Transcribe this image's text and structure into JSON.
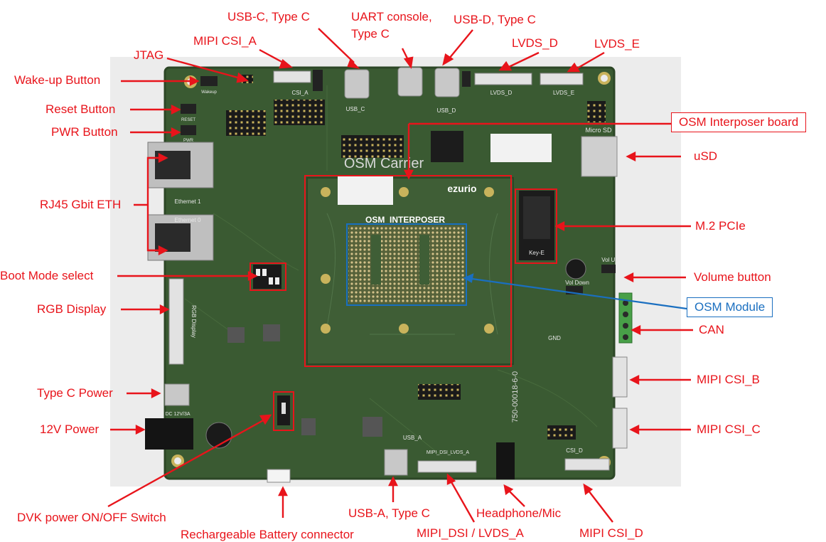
{
  "board": {
    "silkscreen_title": "OSM Carrier",
    "interposer_silk": "OSM_INTERPOSER",
    "brand": "ezurio",
    "silk": {
      "ethernet1": "Ethernet 1",
      "ethernet0": "Ethernet 0",
      "lvds_d": "LVDS_D",
      "lvds_e": "LVDS_E",
      "micro_sd": "Micro SD",
      "key_e": "Key-E",
      "vol_up": "Vol Up",
      "vol_down": "Vol Down",
      "gnd": "GND",
      "usb_a": "USB_A",
      "mipi_dsi_lvds_a": "MIPI_DSI_LVDS_A",
      "csi_d": "CSI_D",
      "csi_a": "CSI_A",
      "usb_c": "USB_C",
      "usb_d": "USB_D",
      "dc_power": "DC 12V/3A",
      "rgb_display": "RGB Display",
      "wakeup": "Wakeup",
      "reset": "RESET",
      "pwr": "PWR",
      "part_number": "750-00018-6-0"
    }
  },
  "colors": {
    "callout": "#e8141b",
    "module": "#1a6fc0",
    "pcb": "#3a5a32"
  },
  "labels": {
    "usb_c": "USB-C, Type C",
    "uart_l1": "UART console,",
    "uart_l2": "Type C",
    "usb_d": "USB-D, Type C",
    "mipi_csi_a": "MIPI CSI_A",
    "lvds_d": "LVDS_D",
    "lvds_e": "LVDS_E",
    "jtag": "JTAG",
    "wakeup": "Wake-up Button",
    "reset": "Reset Button",
    "pwr": "PWR Button",
    "osm_interposer": "OSM Interposer board",
    "usd": "uSD",
    "rj45": "RJ45 Gbit ETH",
    "m2": "M.2 PCIe",
    "boot": "Boot Mode select",
    "volume": "Volume button",
    "rgb": "RGB Display",
    "osm_module": "OSM Module",
    "can": "CAN",
    "mipi_csi_b": "MIPI CSI_B",
    "typec_power": "Type C Power",
    "mipi_csi_c": "MIPI CSI_C",
    "power12": "12V Power",
    "dvk_switch": "DVK power ON/OFF Switch",
    "usb_a": "USB-A, Type C",
    "headphone": "Headphone/Mic",
    "battery": "Rechargeable Battery connector",
    "mipi_dsi": "MIPI_DSI / LVDS_A",
    "mipi_csi_d": "MIPI CSI_D"
  }
}
